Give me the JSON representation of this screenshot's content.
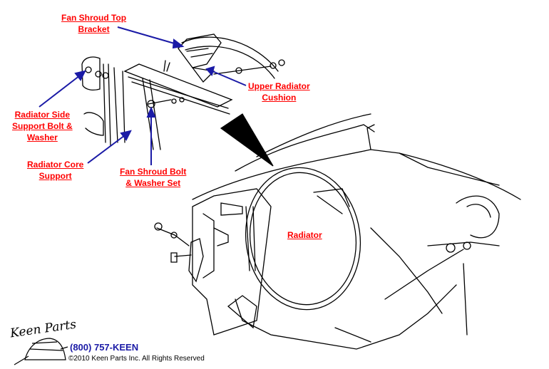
{
  "diagram": {
    "labels": [
      {
        "id": "fan-shroud-top-bracket",
        "lines": [
          "Fan Shroud Top",
          "Bracket"
        ]
      },
      {
        "id": "upper-radiator-cushion",
        "lines": [
          "Upper Radiator",
          "Cushion"
        ]
      },
      {
        "id": "radiator-side-support-bolt-washer",
        "lines": [
          "Radiator Side",
          "Support Bolt &",
          "Washer"
        ]
      },
      {
        "id": "radiator-core-support",
        "lines": [
          "Radiator Core",
          "Support"
        ]
      },
      {
        "id": "fan-shroud-bolt-washer-set",
        "lines": [
          "Fan Shroud Bolt",
          "& Washer Set"
        ]
      },
      {
        "id": "radiator",
        "lines": [
          "Radiator"
        ]
      }
    ],
    "colors": {
      "label": "#ff0000",
      "arrow": "#1a1aa6",
      "line_art": "#000000"
    }
  },
  "footer": {
    "logo_text": "Keen Parts",
    "phone": "(800) 757-KEEN",
    "copyright": "©2010 Keen Parts Inc. All Rights Reserved"
  }
}
